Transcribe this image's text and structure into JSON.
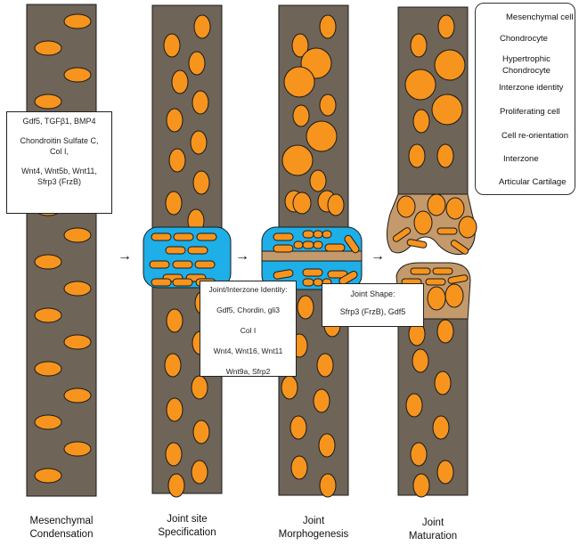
{
  "colors": {
    "tissue": "#6e6457",
    "cell": "#f7941d",
    "interzone": "#1eaee8",
    "cartilage": "#c49a6c",
    "outline": "#1a1a1a"
  },
  "stages": [
    {
      "label_line1": "Mesenchymal",
      "label_line2": "Condensation"
    },
    {
      "label_line1": "Joint site",
      "label_line2": "Specification"
    },
    {
      "label_line1": "Joint",
      "label_line2": "Morphogenesis"
    },
    {
      "label_line1": "Joint",
      "label_line2": "Maturation"
    }
  ],
  "boxes": {
    "condensation": {
      "lines": [
        "Gdf5, TGFβ1, BMP4",
        "",
        "Chondroitin Sulfate C,",
        "Col I,",
        "",
        "Wnt4, Wnt5b, Wnt11,",
        "Sfrp3 (FrzB)"
      ]
    },
    "interzone_identity": {
      "lines": [
        "Joint/Interzone Identity:",
        "",
        "Gdf5, Chordin, gli3",
        "",
        "Col I",
        "",
        "Wnt4, Wnt16, Wnt11",
        "",
        "Wnt9a, Sfrp2"
      ]
    },
    "joint_shape": {
      "lines": [
        "Joint Shape:",
        "",
        "Sfrp3 (FrzB), Gdf5"
      ]
    }
  },
  "legend": {
    "items": [
      {
        "icon": "mesenchymal-cell-icon",
        "label": "Mesenchymal cell"
      },
      {
        "icon": "chondrocyte-icon",
        "label": "Chondrocyte"
      },
      {
        "icon": "hypertrophic-chondrocyte-icon",
        "label_line1": "Hypertrophic",
        "label_line2": "Chondrocyte"
      },
      {
        "icon": "interzone-identity-icon",
        "label": "Interzone identity"
      },
      {
        "icon": "proliferating-cell-icon",
        "label": "Proliferating cell"
      },
      {
        "icon": "cell-reorientation-icon",
        "label": "Cell re-orientation"
      },
      {
        "icon": "interzone-icon",
        "label": "Interzone"
      },
      {
        "icon": "articular-cartilage-icon",
        "label": "Articular Cartilage"
      }
    ]
  },
  "arrows": [
    "→",
    "→",
    "→"
  ]
}
